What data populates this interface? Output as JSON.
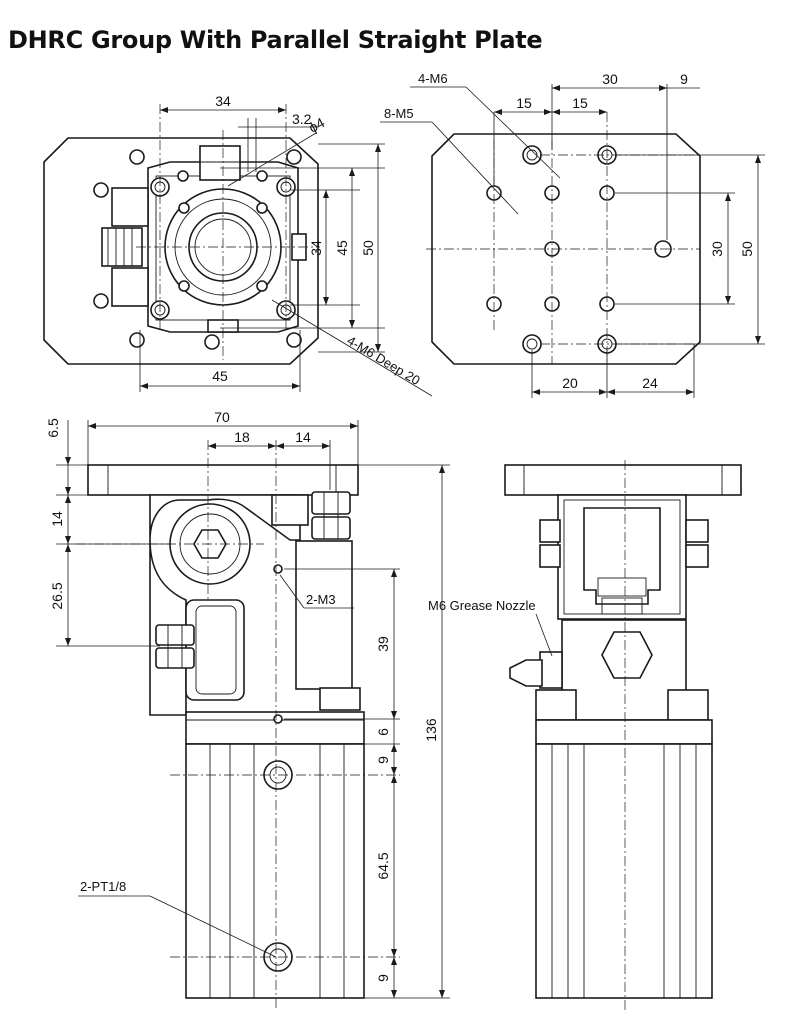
{
  "title": "DHRC Group With Parallel Straight Plate",
  "top_left_view": {
    "dim_top_width": "34",
    "dim_offset": "3.2",
    "dim_pin_dia": "ϕ4",
    "dim_height_34": "34",
    "dim_height_45": "45",
    "dim_height_50": "50",
    "dim_bottom_width": "45",
    "callout_thread": "4-M6 Deep 20"
  },
  "top_right_view": {
    "callout_m6": "4-M6",
    "callout_m5": "8-M5",
    "dim_30": "30",
    "dim_9": "9",
    "dim_15a": "15",
    "dim_15b": "15",
    "dim_v30": "30",
    "dim_v50": "50",
    "dim_20": "20",
    "dim_24": "24"
  },
  "front_view": {
    "dim_6_5": "6.5",
    "dim_70": "70",
    "dim_18": "18",
    "dim_14_top": "14",
    "dim_14_side": "14",
    "dim_26_5": "26.5",
    "callout_m3": "2-M3",
    "dim_39": "39",
    "dim_6": "6",
    "dim_136": "136",
    "dim_9_top": "9",
    "dim_64_5": "64.5",
    "dim_9_bottom": "9",
    "callout_port": "2-PT1/8"
  },
  "side_view": {
    "callout_nozzle": "M6 Grease Nozzle"
  }
}
